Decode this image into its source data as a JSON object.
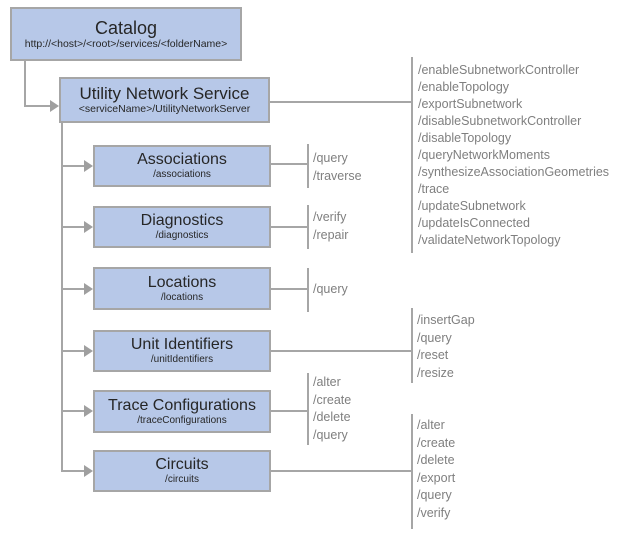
{
  "diagram": {
    "catalog": {
      "title": "Catalog",
      "subtitle": "http://<host>/<root>/services/<folderName>"
    },
    "service": {
      "title": "Utility Network Service",
      "subtitle": "<serviceName>/UtilityNetworkServer",
      "operations": [
        "/enableSubnetworkController",
        "/enableTopology",
        "/exportSubnetwork",
        "/disableSubnetworkController",
        "/disableTopology",
        "/queryNetworkMoments",
        "/synthesizeAssociationGeometries",
        "/trace",
        "/updateSubnetwork",
        "/updateIsConnected",
        "/validateNetworkTopology"
      ]
    },
    "resources": [
      {
        "title": "Associations",
        "subtitle": "/associations",
        "operations": [
          "/query",
          "/traverse"
        ]
      },
      {
        "title": "Diagnostics",
        "subtitle": "/diagnostics",
        "operations": [
          "/verify",
          "/repair"
        ]
      },
      {
        "title": "Locations",
        "subtitle": "/locations",
        "operations": [
          "/query"
        ]
      },
      {
        "title": "Unit Identifiers",
        "subtitle": "/unitIdentifiers",
        "operations": [
          "/insertGap",
          "/query",
          "/reset",
          "/resize"
        ]
      },
      {
        "title": "Trace Configurations",
        "subtitle": "/traceConfigurations",
        "operations": [
          "/alter",
          "/create",
          "/delete",
          "/query"
        ]
      },
      {
        "title": "Circuits",
        "subtitle": "/circuits",
        "operations": [
          "/alter",
          "/create",
          "/delete",
          "/export",
          "/query",
          "/verify"
        ]
      }
    ],
    "colors": {
      "node_fill": "#b7c8e8",
      "node_border": "#a6a6a6",
      "connector": "#a6a6a6",
      "title_text": "#262626",
      "operation_text": "#7f7f7f"
    }
  }
}
